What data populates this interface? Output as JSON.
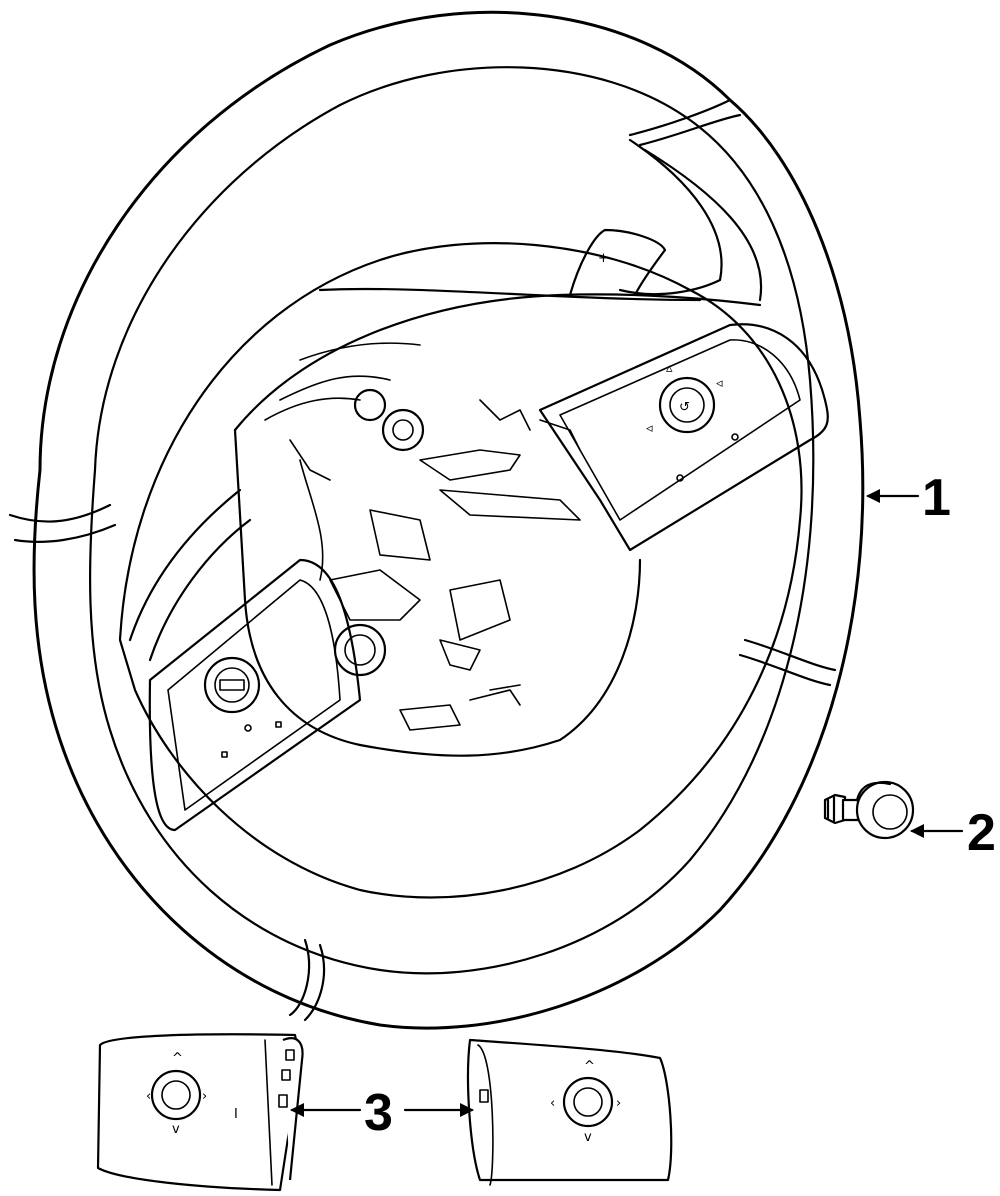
{
  "callouts": [
    {
      "id": "1",
      "label": "1"
    },
    {
      "id": "2",
      "label": "2"
    },
    {
      "id": "3",
      "label": "3"
    }
  ],
  "icons": {
    "wheel": "steering-wheel-icon",
    "bolt": "bolt-icon",
    "switch_left": "left-switch-panel-icon",
    "switch_right": "right-switch-panel-icon"
  }
}
